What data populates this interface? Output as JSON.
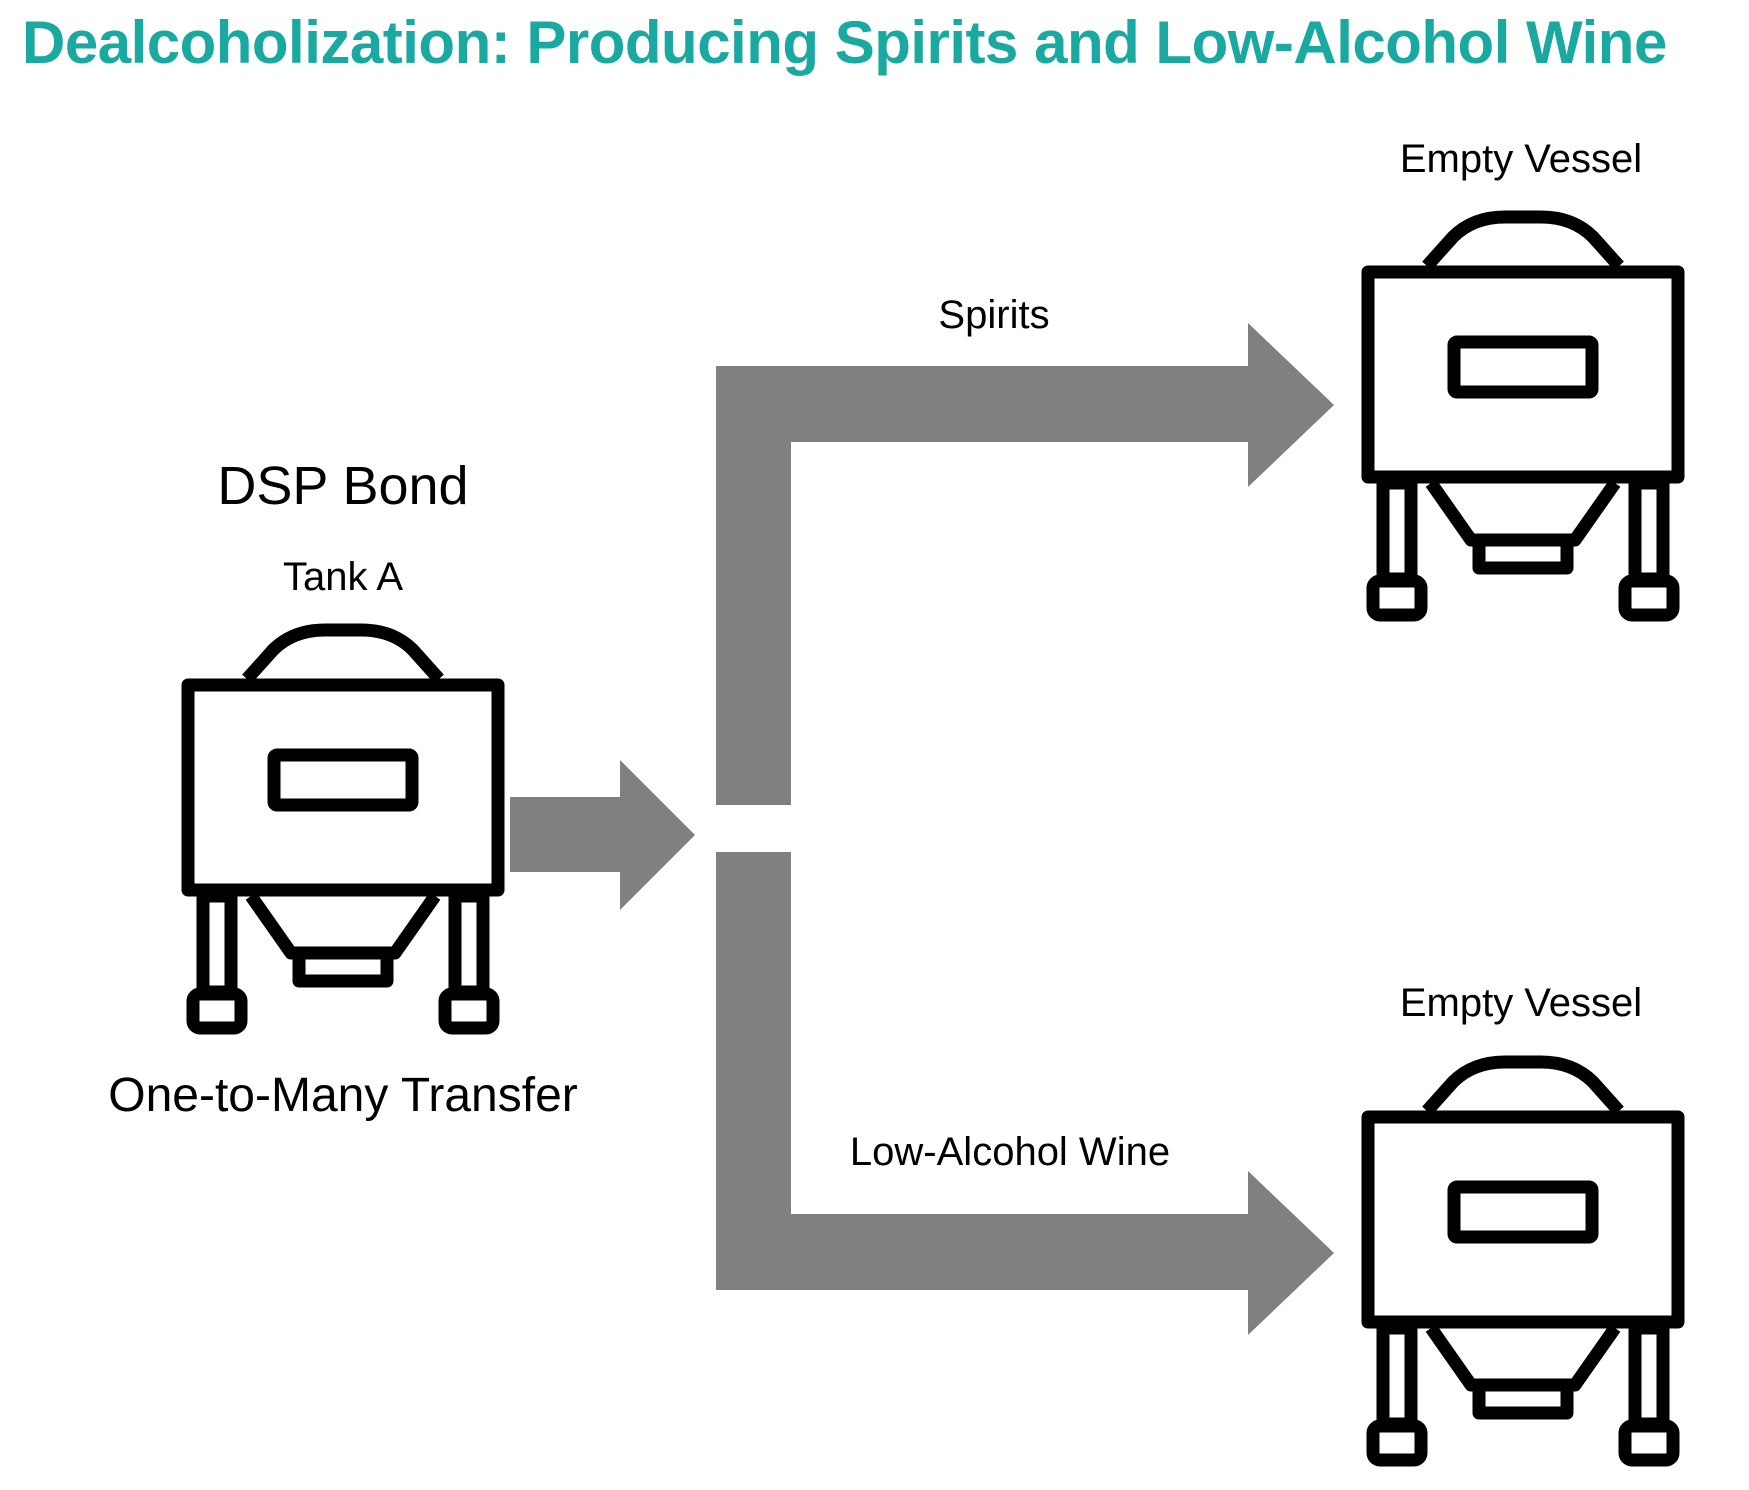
{
  "title": "Dealcoholization: Producing Spirits and Low-Alcohol Wine",
  "colors": {
    "title": "#1aa9a1",
    "arrow": "#808080",
    "icon_stroke": "#000000",
    "background": "#ffffff"
  },
  "source": {
    "group_label": "DSP Bond",
    "tank_label": "Tank A",
    "caption": "One-to-Many Transfer",
    "icon": "tank-icon"
  },
  "outputs": [
    {
      "flow_label": "Spirits",
      "vessel_label": "Empty Vessel",
      "icon": "tank-icon"
    },
    {
      "flow_label": "Low-Alcohol Wine",
      "vessel_label": "Empty Vessel",
      "icon": "tank-icon"
    }
  ]
}
